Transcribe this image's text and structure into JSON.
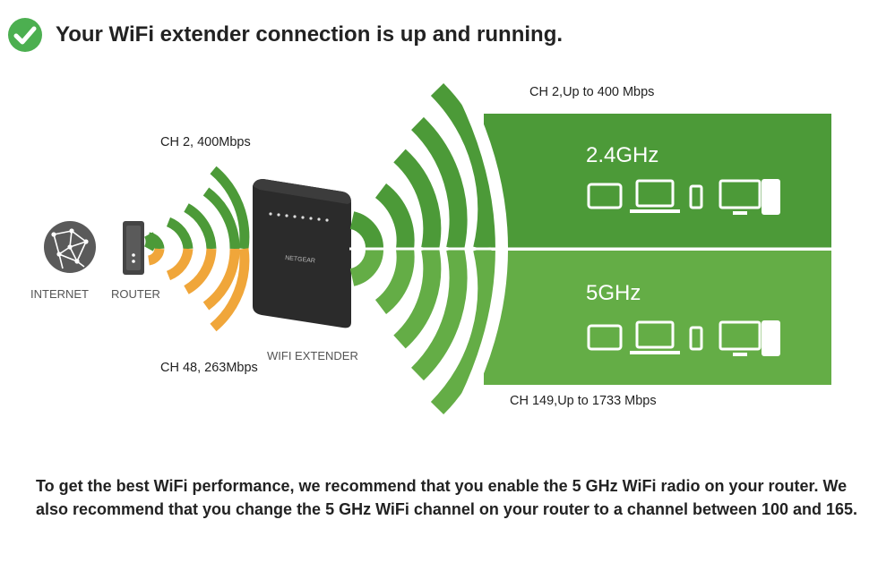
{
  "header": {
    "title": "Your WiFi extender connection is up and running."
  },
  "diagram": {
    "internet_label": "INTERNET",
    "router_label": "ROUTER",
    "extender_label": "WIFI EXTENDER",
    "extender_brand": "NETGEAR",
    "router_link_top": "CH 2, 400Mbps",
    "router_link_bottom": "CH 48, 263Mbps",
    "band_top_channel": "CH 2,Up to 400 Mbps",
    "band_bottom_channel": "CH 149,Up to 1733 Mbps",
    "band_24": "2.4GHz",
    "band_5": "5GHz"
  },
  "colors": {
    "check_green": "#4caf50",
    "band_24_green": "#4c9a38",
    "band_5_green": "#64ad46",
    "orange": "#f0a63a"
  },
  "message": {
    "recommendation": "To get the best WiFi performance, we recommend that you enable the 5 GHz WiFi radio on your router. We also recommend that you change the 5 GHz WiFi channel on your router to a channel between 100 and 165."
  }
}
